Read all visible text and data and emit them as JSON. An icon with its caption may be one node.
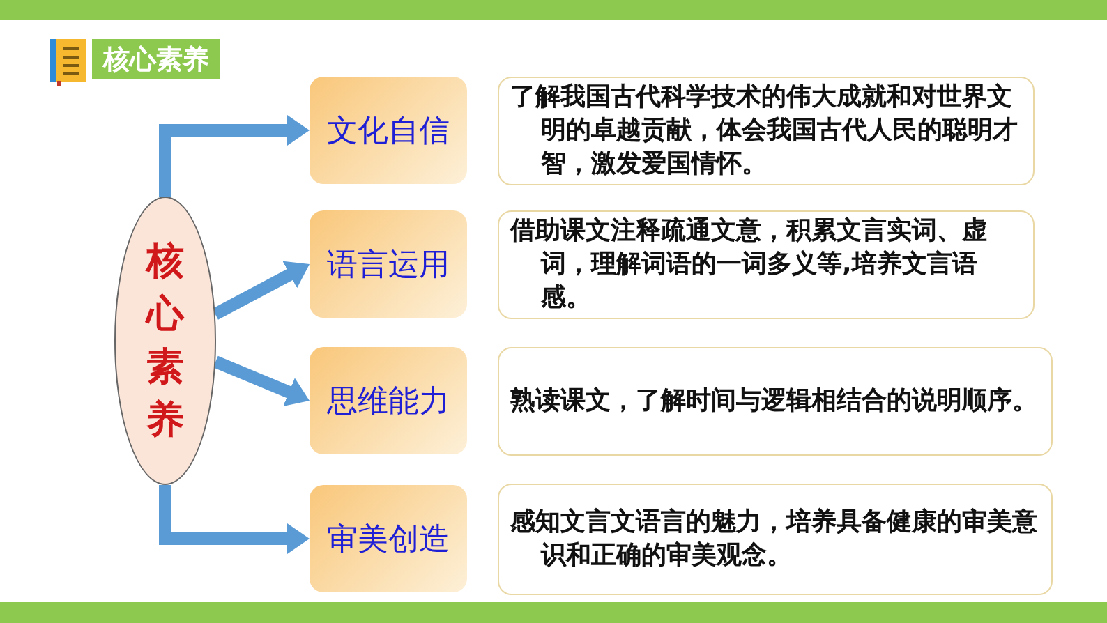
{
  "diagram": {
    "title": "核心素养",
    "nodes": [
      {
        "text": [
          "核心素养"
        ]
      },
      {
        "text": [
          "文化自信"
        ]
      },
      {
        "text": [
          "语言运用"
        ]
      },
      {
        "text": [
          "思维能力"
        ]
      },
      {
        "text": [
          "审美创造"
        ]
      },
      {
        "text": [
          "了解我国古代科学技术的伟大成就和对世界文明的卓越贡献，体会我国古代人民的聪明才智，激发爱国情怀。"
        ]
      },
      {
        "text": [
          "借助课文注释疏通文意，积累文言实词、虚词，理解词语的一词多义等,培养文言语感。"
        ]
      },
      {
        "text": [
          "熟读课文，了解时间与逻辑相结合的说明顺序。"
        ]
      },
      {
        "text": [
          "感知文言文语言的魅力，培养具备健康的审美意识和正确的审美观念。"
        ]
      }
    ],
    "edges": [
      {
        "from": 0,
        "to": 1,
        "arrow": "to"
      },
      {
        "from": 0,
        "to": 2,
        "arrow": "to"
      },
      {
        "from": 0,
        "to": 3,
        "arrow": "to"
      },
      {
        "from": 0,
        "to": 4,
        "arrow": "to"
      }
    ]
  }
}
